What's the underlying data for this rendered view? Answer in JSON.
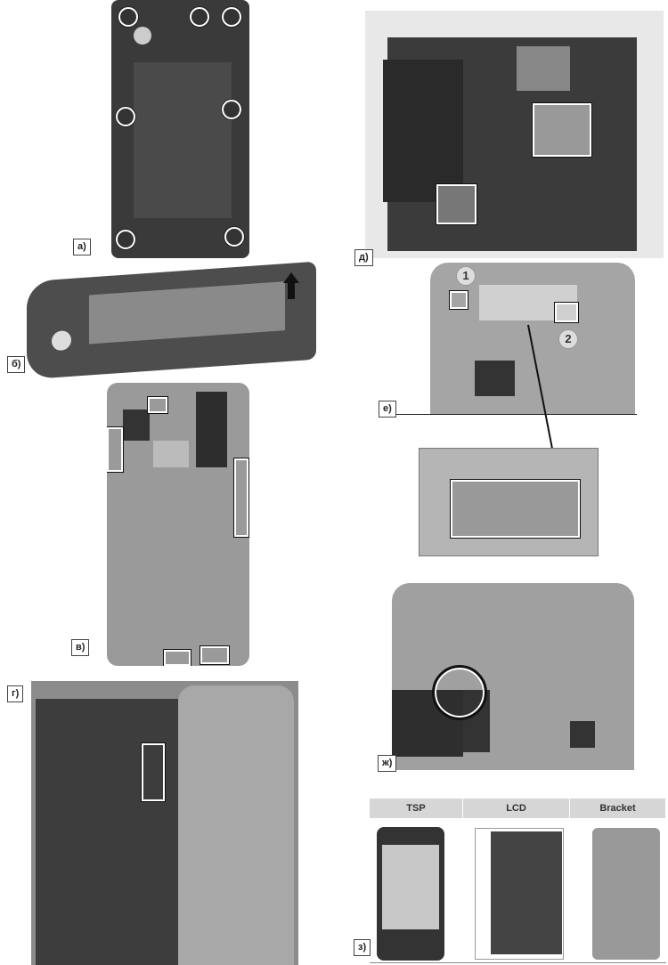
{
  "panels": {
    "a": {
      "label": "а)"
    },
    "b": {
      "label": "б)"
    },
    "v": {
      "label": "в)"
    },
    "g": {
      "label": "г)"
    },
    "d": {
      "label": "д)"
    },
    "e": {
      "label": "е)",
      "callouts": [
        "1",
        "2"
      ]
    },
    "zh": {
      "label": "ж)"
    },
    "z": {
      "label": "з)",
      "columns": [
        "TSP",
        "LCD",
        "Bracket"
      ]
    }
  }
}
